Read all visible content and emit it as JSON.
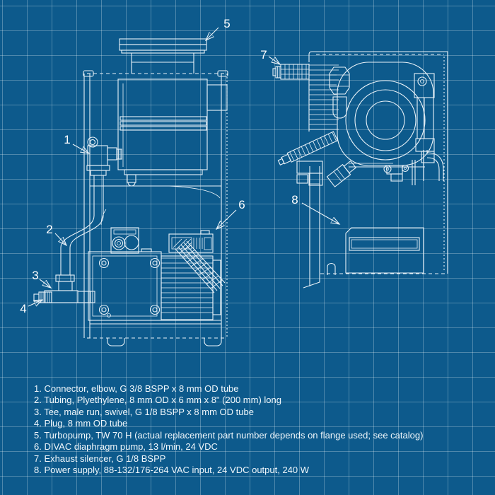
{
  "colors": {
    "background": "#0d5a8c",
    "grid_line": "#4e86ad",
    "drawing_line": "#e9f2f8",
    "text": "#ffffff"
  },
  "callouts": {
    "labels": [
      "1",
      "2",
      "3",
      "4",
      "5",
      "6",
      "7",
      "8"
    ]
  },
  "parts_list": {
    "items": [
      "1. Connector, elbow, G 3/8 BSPP x 8 mm OD tube",
      "2. Tubing, Plyethylene, 8 mm OD x 6 mm x 8\" (200 mm) long",
      "3. Tee, male run, swivel, G 1/8 BSPP x 8 mm OD tube",
      "4. Plug, 8 mm OD tube",
      "5. Turbopump, TW 70 H (actual replacement part number depends on flange used; see catalog)",
      "6. DIVAC diaphragm pump, 13 l/min, 24 VDC",
      "7. Exhaust silencer, G 1/8 BSPP",
      "8. Power supply, 88-132/176-264 VAC input, 24 VDC output, 240 W"
    ]
  }
}
